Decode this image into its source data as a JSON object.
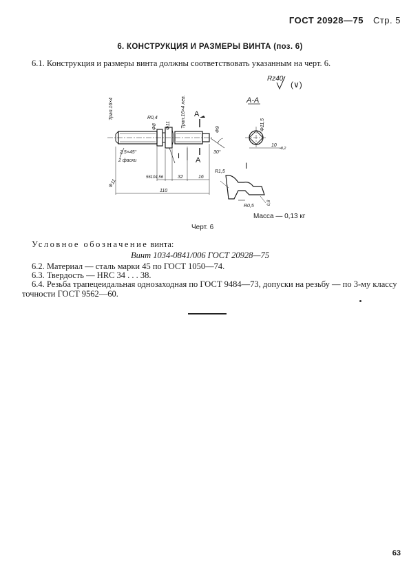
{
  "header": {
    "standard": "ГОСТ 20928—75",
    "page": "Стр. 5"
  },
  "section": {
    "title": "6. КОНСТРУКЦИЯ И РАЗМЕРЫ ВИНТА (поз. 6)"
  },
  "paragraphs": {
    "p61": "6.1. Конструкция и размеры винта должны соответствовать указанным на черт. 6.",
    "p62": "6.2. Материал — сталь марки 45 по ГОСТ 1050—74.",
    "p63": "6.3. Твердость — HRC 34 . . . 38.",
    "p64": "6.4. Резьба трапецеидальная однозаходная по ГОСТ 9484—73, допуски на резьбу — по 3-му классу точности ГОСТ 9562—60."
  },
  "designation": {
    "label_spaced": "Условное обозначение",
    "label_rest": " винта:",
    "value": "Винт 1034-0841/006 ГОСТ 20928—75"
  },
  "figure": {
    "caption": "Черт. 6",
    "mass": "Масса — 0,13 кг",
    "roughness": "Rz40",
    "roughness_paren": "(∨)",
    "section_label": "А-А",
    "detail_label": "I",
    "labels": {
      "trap_left": "Трап.16×4",
      "trap_mid": "Трап.16×4 лев.",
      "r04": "R0,4",
      "d8": "Φ8",
      "d11": "Φ11",
      "d9": "Φ9",
      "d11_5": "Φ11,5",
      "chamfer": "2,5×45°",
      "chamfer_note": "2 фаски",
      "rad_d11": "Φ11",
      "a_top": "А",
      "a_bot": "А",
      "i_mark": "I",
      "dim_small": "56104,56",
      "dim_32": "32",
      "dim_16": "16",
      "dim_110": "110",
      "angle_30": "30°",
      "sec_dim": "10",
      "sec_tol": "-0,2",
      "r15": "R1,5",
      "r05": "R0,5",
      "dim_08": "0,8"
    }
  },
  "page_number": "63"
}
